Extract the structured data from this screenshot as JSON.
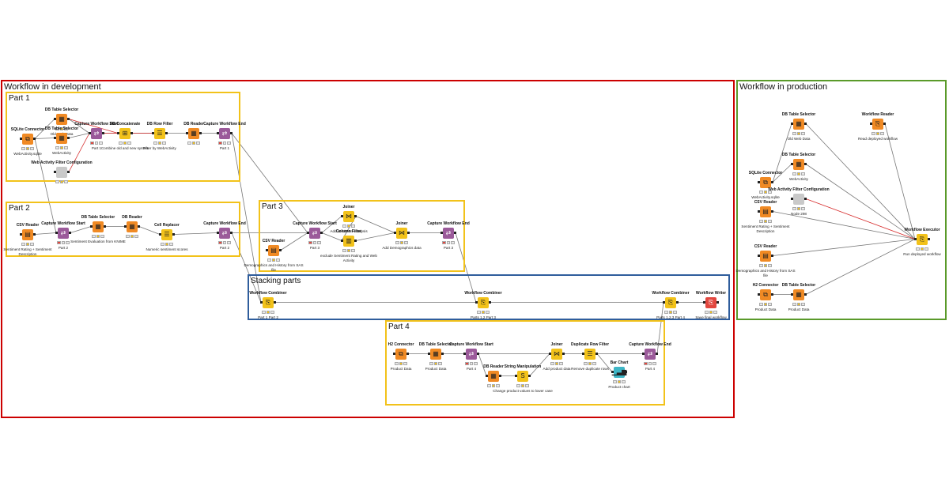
{
  "groups": {
    "dev": "Workflow in development",
    "prod": "Workflow in production",
    "part1": "Part 1",
    "part2": "Part 2",
    "part3": "Part 3",
    "part4": "Part 4",
    "stack": "Stacking parts"
  },
  "colors": {
    "dev_border": "#cc0000",
    "prod_border": "#5a9a2a",
    "part_border": "#f2c21a",
    "stack_border": "#2f5d9c",
    "connection": "#777777",
    "flow_variable": "#d62a2a"
  },
  "nodes": {
    "sqlite": {
      "title": "SQLite Connector",
      "caption": "WebActivity.sqlite"
    },
    "dbsel1": {
      "title": "DB Table Selector",
      "caption": "Old Web Data"
    },
    "dbsel2": {
      "title": "DB Table Selector",
      "caption": "WebActivity"
    },
    "wafilter": {
      "title": "Web Activity Filter Configuration",
      "caption": ""
    },
    "cap_start1": {
      "title": "Capture Workflow Start",
      "caption": "Part 1"
    },
    "concat": {
      "title": "DB Concatenate",
      "caption": "Combine old and new system"
    },
    "rowfilter": {
      "title": "DB Row Filter",
      "caption": "Filter by WebActivity"
    },
    "dbreader1": {
      "title": "DB Reader",
      "caption": ""
    },
    "cap_end1": {
      "title": "Capture Workflow End",
      "caption": "Part 1"
    },
    "csv2": {
      "title": "CSV Reader",
      "caption": "Sentiment Rating + Sentiment Description"
    },
    "cap_start2": {
      "title": "Capture Workflow Start",
      "caption": "Part 2"
    },
    "dbsel3": {
      "title": "DB Table Selector",
      "caption": "Sentiment Evaluation from KNIME"
    },
    "dbreader2": {
      "title": "DB Reader",
      "caption": ""
    },
    "cellrepl": {
      "title": "Cell Replacer",
      "caption": "Numeric sentiment scores"
    },
    "cap_end2": {
      "title": "Capture Workflow End",
      "caption": "Part 2"
    },
    "csv3": {
      "title": "CSV Reader",
      "caption": "Demographics and History from SAS file"
    },
    "cap_start3": {
      "title": "Capture Workflow Start",
      "caption": "Part 3"
    },
    "joiner3a": {
      "title": "Joiner",
      "caption": "Add sentiment analysis"
    },
    "colfilter": {
      "title": "Column Filter",
      "caption": "exclude Sentiment Rating and Web Activity"
    },
    "joiner3b": {
      "title": "Joiner",
      "caption": "Add Demographics data"
    },
    "cap_end3": {
      "title": "Capture Workflow End",
      "caption": "Part 3"
    },
    "comb1": {
      "title": "Workflow Combiner",
      "caption": "Part 1 Part 2"
    },
    "comb2": {
      "title": "Workflow Combiner",
      "caption": "Parts 1,2 Part 3"
    },
    "comb3": {
      "title": "Workflow Combiner",
      "caption": "Parts 1,2,3 Part 4"
    },
    "wfwriter": {
      "title": "Workflow Writer",
      "caption": "Save final workflow"
    },
    "h2": {
      "title": "H2 Connector",
      "caption": "Product Data"
    },
    "dbsel4": {
      "title": "DB Table Selector",
      "caption": "Product Data"
    },
    "cap_start4": {
      "title": "Capture Workflow Start",
      "caption": "Part 4"
    },
    "dbreader4": {
      "title": "DB Reader",
      "caption": ""
    },
    "strmanip": {
      "title": "String Manipulation",
      "caption": "Change product values to lower case"
    },
    "joiner4": {
      "title": "Joiner",
      "caption": "Add product data"
    },
    "duprow": {
      "title": "Duplicate Row Filter",
      "caption": "Remove duplicate rows"
    },
    "barchart": {
      "title": "Bar Chart",
      "caption": "Product chart"
    },
    "cap_end4": {
      "title": "Capture Workflow End",
      "caption": "Part 4"
    },
    "p_dbsel1": {
      "title": "DB Table Selector",
      "caption": "Old Web Data"
    },
    "p_wfreader": {
      "title": "Workflow Reader",
      "caption": "Read deployed workflow"
    },
    "p_dbsel2": {
      "title": "DB Table Selector",
      "caption": "WebActivity"
    },
    "p_sqlite": {
      "title": "SQLite Connector",
      "caption": "WebActivity.sqlite"
    },
    "p_wafilter": {
      "title": "Web Activity Filter Configuration",
      "caption": "Node 298"
    },
    "p_csv1": {
      "title": "CSV Reader",
      "caption": "Sentiment Rating + Sentiment Description"
    },
    "p_executor": {
      "title": "Workflow Executor",
      "caption": "Run deployed workflow"
    },
    "p_csv2": {
      "title": "CSV Reader",
      "caption": "Demographics and History from SAS file"
    },
    "p_h2": {
      "title": "H2 Connector",
      "caption": "Product Data"
    },
    "p_dbsel3": {
      "title": "DB Table Selector",
      "caption": "Product Data"
    }
  }
}
